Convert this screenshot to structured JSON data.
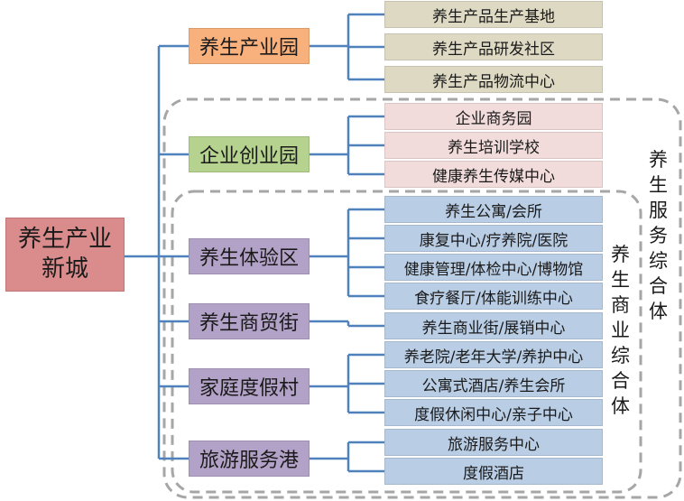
{
  "root": {
    "line1": "养生产业",
    "line2": "新城"
  },
  "groups": [
    {
      "label": "养生产业园",
      "color": "#f8b07c",
      "items": [
        "养生产品生产基地",
        "养生产品研发社区",
        "养生产品物流中心"
      ],
      "item_color": "#ddd9c3"
    },
    {
      "label": "企业创业园",
      "color": "#b5d38f",
      "items": [
        "企业商务园",
        "养生培训学校",
        "健康养生传媒中心"
      ],
      "item_color": "#f2dcdb"
    },
    {
      "label": "养生体验区",
      "color": "#b3a2c7",
      "items": [
        "养生公寓/会所",
        "康复中心/疗养院/医院",
        "健康管理/体检中心/博物馆",
        "食疗餐厅/体能训练中心"
      ],
      "item_color": "#b9cde5"
    },
    {
      "label": "养生商贸街",
      "color": "#b3a2c7",
      "items": [
        "养生商业街/展销中心"
      ],
      "item_color": "#b9cde5"
    },
    {
      "label": "家庭度假村",
      "color": "#b3a2c7",
      "items": [
        "养老院/老年大学/养护中心",
        "公寓式酒店/养生会所",
        "度假休闲中心/亲子中心"
      ],
      "item_color": "#b9cde5"
    },
    {
      "label": "旅游服务港",
      "color": "#b3a2c7",
      "items": [
        "旅游服务中心",
        "度假酒店"
      ],
      "item_color": "#b9cde5"
    }
  ],
  "outer_group_label": "养生服务综合体",
  "inner_group_label": "养生商业综合体",
  "colors": {
    "connector": "#4f81bd",
    "dashed_border": "#a6a6a6",
    "root_fill": "#da8c8c"
  }
}
